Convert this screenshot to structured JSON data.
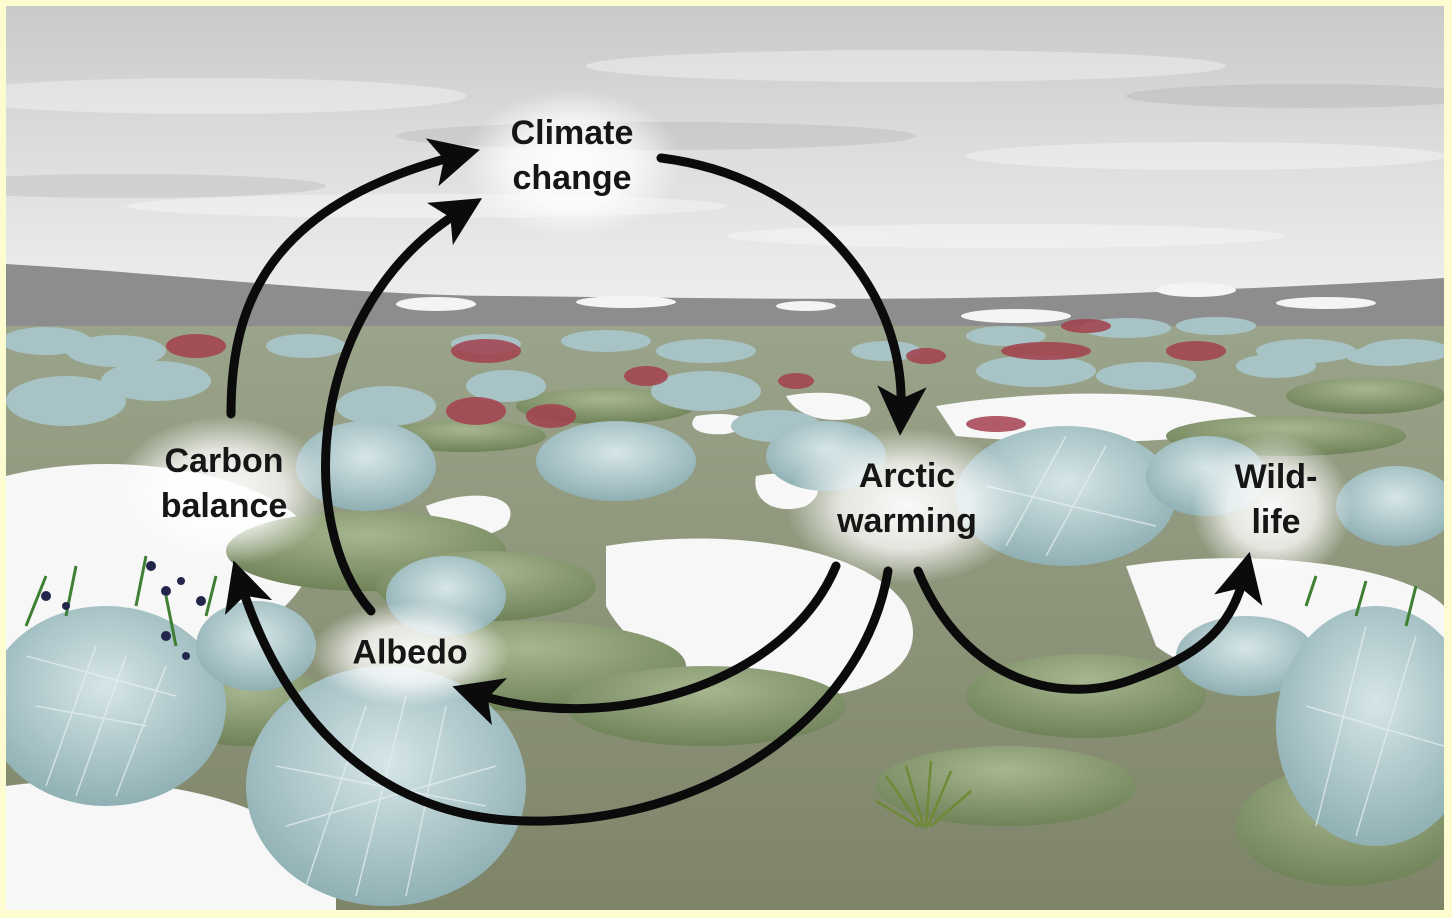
{
  "diagram": {
    "nodes": {
      "climate_change": {
        "line1": "Climate",
        "line2": "change"
      },
      "arctic_warming": {
        "line1": "Arctic",
        "line2": "warming"
      },
      "carbon_balance": {
        "line1": "Carbon",
        "line2": "balance"
      },
      "albedo": {
        "line1": "Albedo"
      },
      "wildlife": {
        "line1": "Wild-",
        "line2": "life"
      }
    },
    "edges": [
      {
        "from": "Climate change",
        "to": "Arctic warming"
      },
      {
        "from": "Arctic warming",
        "to": "Albedo"
      },
      {
        "from": "Arctic warming",
        "to": "Carbon balance"
      },
      {
        "from": "Arctic warming",
        "to": "Wildlife"
      },
      {
        "from": "Albedo",
        "to": "Climate change"
      },
      {
        "from": "Carbon balance",
        "to": "Climate change"
      }
    ]
  },
  "colors": {
    "border": "#fdfbd0",
    "arrow": "#0b0b0b",
    "label": "#161616",
    "sky": "#d9d9d9",
    "snow": "#f6f6f6",
    "moss": "#7f9168",
    "shrub": "#a9c4c8",
    "red_shrub": "#a33a46",
    "berries": "#2a2d45"
  }
}
